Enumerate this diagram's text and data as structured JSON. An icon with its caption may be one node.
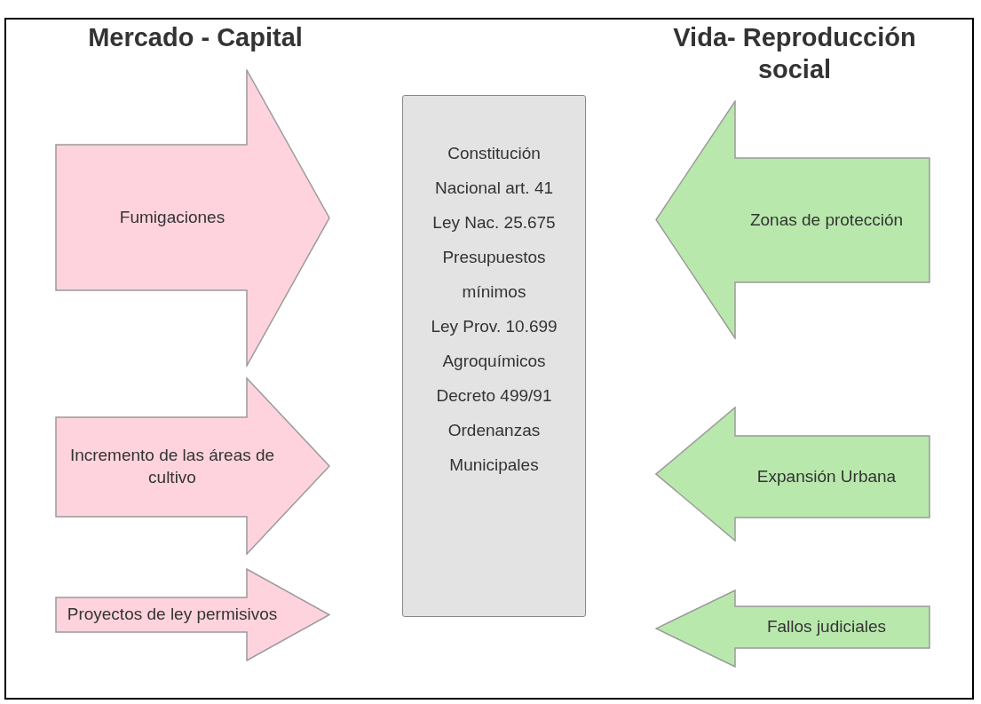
{
  "diagram": {
    "nodes": [
      {
        "text": [
          "Fumigaciones"
        ]
      },
      {
        "text": [
          "Incremento de las áreas de cultivo"
        ]
      },
      {
        "text": [
          "Proyectos de ley permisivos"
        ]
      },
      {
        "text": [
          "Constitución Nacional art. 41",
          "Ley Nac. 25.675 Presupuestos mínimos",
          "Ley Prov. 10.699 Agroquímicos",
          "Decreto 499/91",
          "Ordenanzas Municipales"
        ]
      },
      {
        "text": [
          "Zonas de protección"
        ]
      },
      {
        "text": [
          "Expansión Urbana"
        ]
      },
      {
        "text": [
          "Fallos judiciales"
        ]
      }
    ],
    "labels": [
      "Mercado - Capital",
      "Vida- Reproducción social"
    ]
  }
}
